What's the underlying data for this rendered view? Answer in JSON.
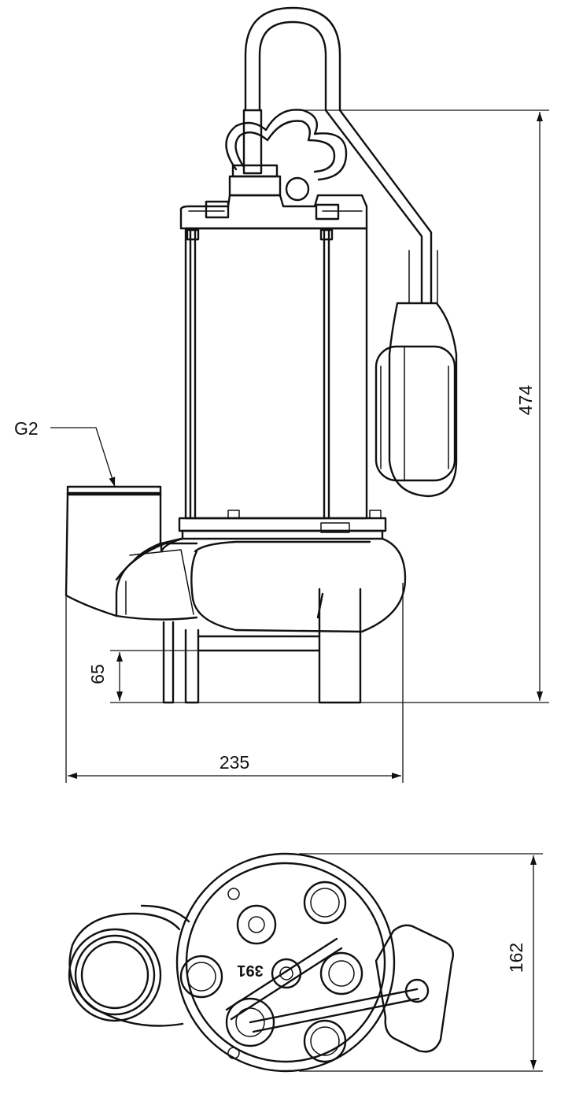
{
  "labels": {
    "thread": "G2",
    "height": "474",
    "base_height": "65",
    "width": "235",
    "depth": "162",
    "stamp": "391"
  }
}
